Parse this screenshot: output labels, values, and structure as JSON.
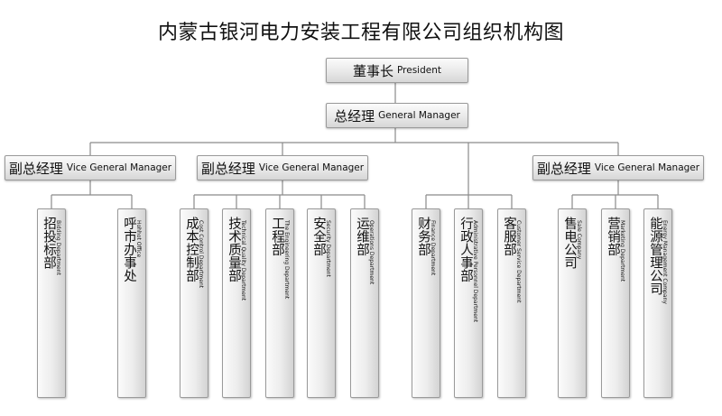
{
  "title": "内蒙古银河电力安装工程有限公司组织机构图",
  "colors": {
    "line": "#8a8a8a",
    "box_border": "#9a9a9a",
    "box_fill_top": "#fbfbfb",
    "box_fill_bottom": "#d6d6d6"
  },
  "president": {
    "zh": "董事长",
    "en": "President"
  },
  "general_manager": {
    "zh": "总经理",
    "en": "General Manager"
  },
  "vice_managers": [
    {
      "zh": "副总经理",
      "en": "Vice General Manager",
      "departments": [
        {
          "zh": "招投标部",
          "en": "Bidding Department"
        },
        {
          "zh": "呼市办事处",
          "en": "Hohhot Office"
        }
      ]
    },
    {
      "zh": "副总经理",
      "en": "Vice General Manager",
      "departments": [
        {
          "zh": "成本控制部",
          "en": "Cost Control Department"
        },
        {
          "zh": "技术质量部",
          "en": "Technical Quality Department"
        },
        {
          "zh": "工程部",
          "en": "The Engineering Department"
        },
        {
          "zh": "安全部",
          "en": "Security Department"
        },
        {
          "zh": "运维部",
          "en": "Operations Department"
        }
      ]
    },
    {
      "zh": "副总经理",
      "en": "Vice General Manager",
      "departments": [
        {
          "zh": "售电公司",
          "en": "Sale Company"
        },
        {
          "zh": "营销部",
          "en": "Marketing Department"
        },
        {
          "zh": "能源管理公司",
          "en": "Energy Management Company"
        }
      ]
    }
  ],
  "direct_departments": [
    {
      "zh": "财务部",
      "en": "Finance Department"
    },
    {
      "zh": "行政人事部",
      "en": "Administrative Personnel Department"
    },
    {
      "zh": "客服部",
      "en": "Customer Service Department"
    }
  ]
}
